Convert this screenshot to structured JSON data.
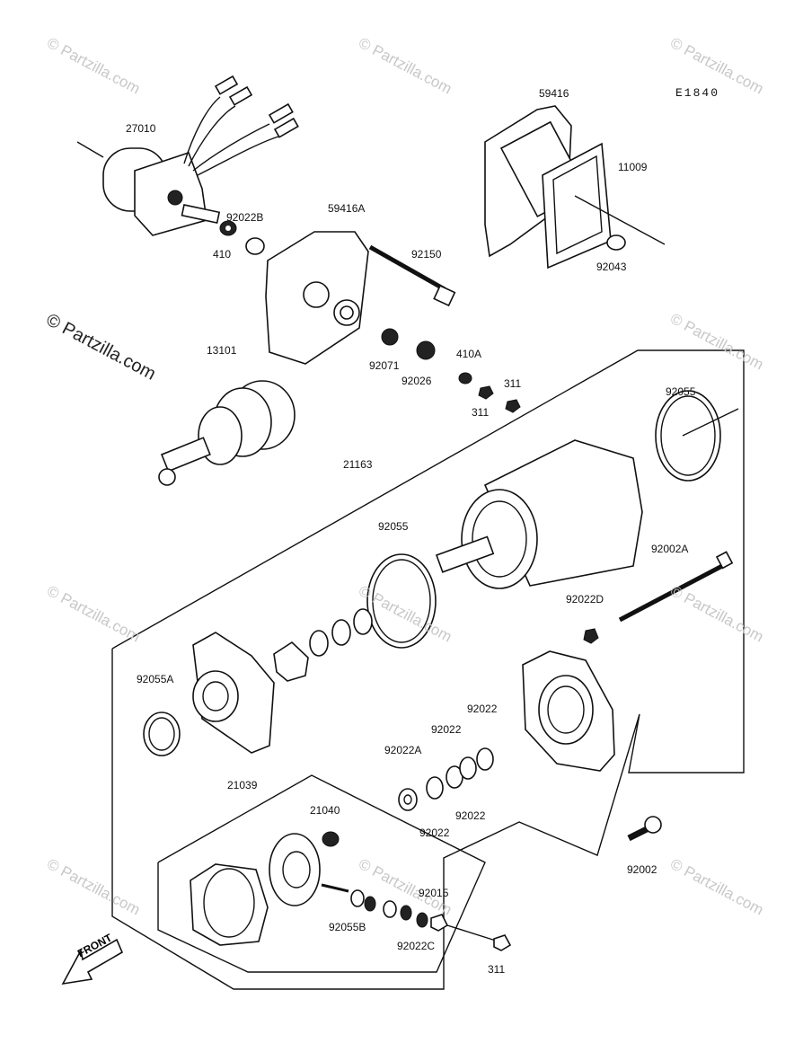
{
  "diagram_code": "E1840",
  "front_label": "FRONT",
  "watermarks": {
    "small": "© Partzilla.com",
    "large": "© Partzilla.com"
  },
  "callouts": [
    "27010",
    "410",
    "92022B",
    "59416A",
    "92150",
    "59416",
    "11009",
    "92043",
    "13101",
    "92071",
    "92026",
    "410A",
    "311",
    "311",
    "92055",
    "21163",
    "92055",
    "92002A",
    "92022D",
    "92055A",
    "92022",
    "92022",
    "92022A",
    "92022",
    "92022",
    "21039",
    "21040",
    "92015",
    "92055B",
    "92022C",
    "311",
    "92002"
  ]
}
